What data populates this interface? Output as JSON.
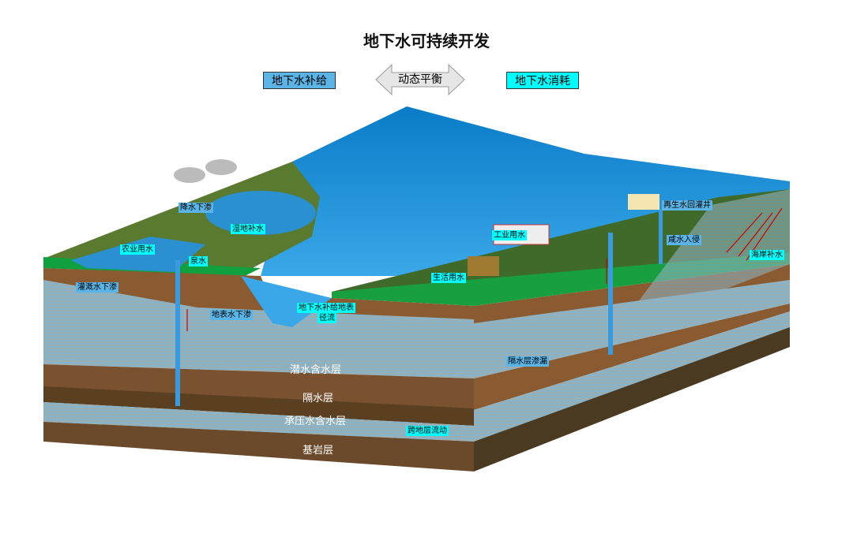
{
  "title": "地下水可持续开发",
  "header": {
    "recharge": "地下水补给",
    "balance": "动态平衡",
    "consumption": "地下水消耗"
  },
  "labels": {
    "rain": "降水下渗",
    "wetland": "湿地补水",
    "agri": "农业用水",
    "spring": "泉水",
    "irrigation": "灌溉水下渗",
    "surface": "地表水下渗",
    "gw_runoff_1": "地下水补给地表",
    "gw_runoff_2": "径流",
    "industry": "工业用水",
    "domestic": "生活用水",
    "reclaimed": "再生水回灌井",
    "saltwater": "咸水入侵",
    "coastal": "海岸补水",
    "aquitard_leak": "隔水层渗漏",
    "cross_layer": "跨地层流动"
  },
  "layers": {
    "phreatic": "潜水含水层",
    "aquitard": "隔水层",
    "confined": "承压水含水层",
    "bedrock": "基岩层"
  },
  "colors": {
    "sea": "#1a8fd8",
    "grass": "#4a7a2a",
    "soil": "#8a5a30",
    "aquifer": "#8ab8d0",
    "bedrock": "#4a3a22",
    "cyan": "#00ffff",
    "blue_label": "#5ab4e6"
  }
}
